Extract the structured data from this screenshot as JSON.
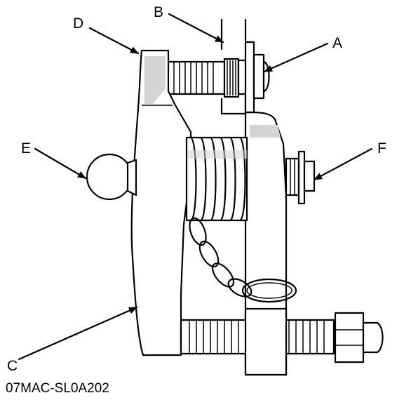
{
  "callouts": {
    "a": "A",
    "b": "B",
    "c": "C",
    "d": "D",
    "e": "E",
    "f": "F"
  },
  "figure_code": "07MAC-SL0A202"
}
